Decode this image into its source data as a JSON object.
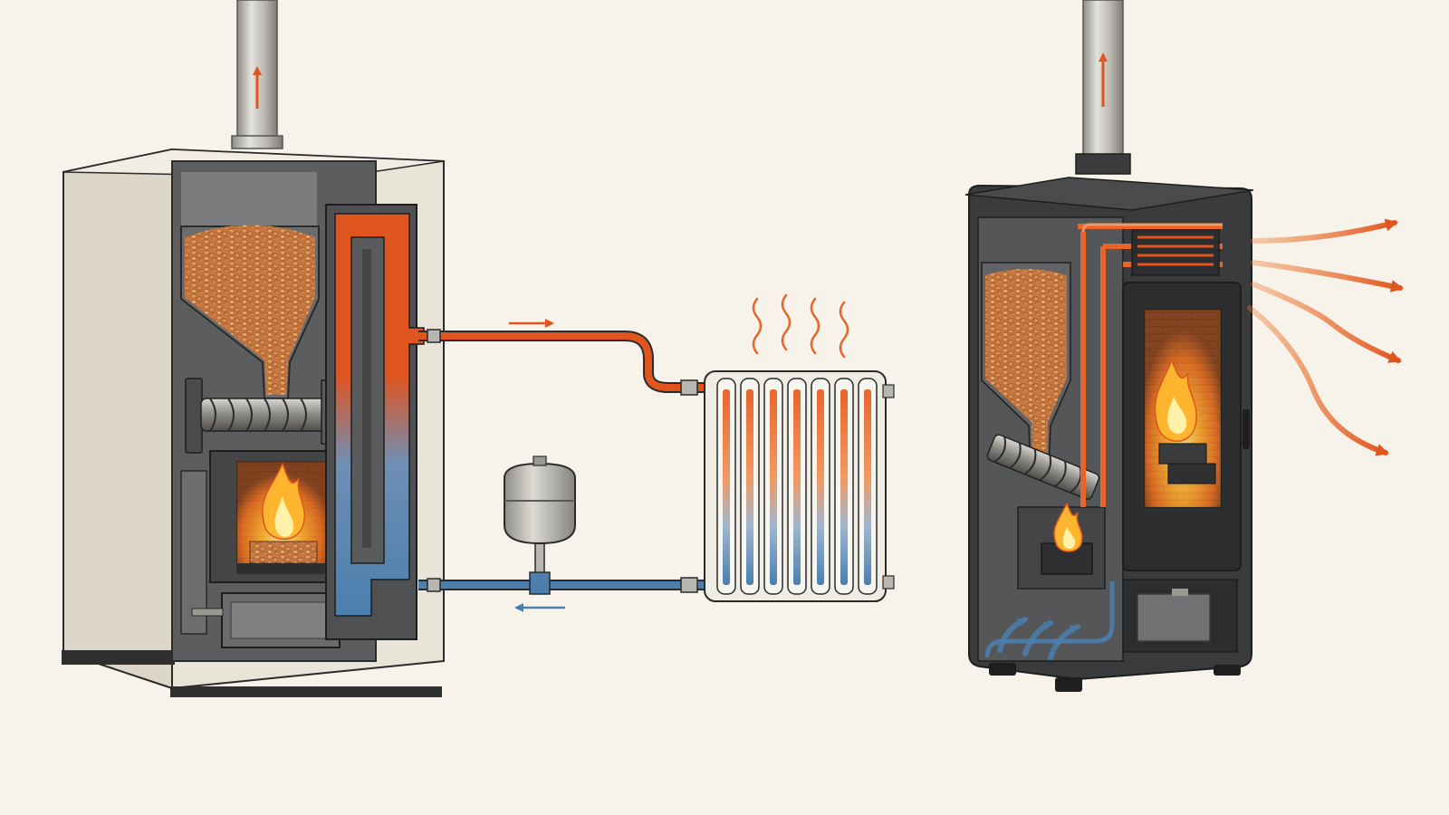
{
  "diagram": {
    "labels": [],
    "components": [
      "pellet-boiler",
      "hot-water-supply-pipe",
      "radiator",
      "expansion-vessel",
      "cold-water-return-pipe",
      "pellet-stove"
    ],
    "flows": [
      {
        "from": "pellet-boiler",
        "to": "radiator",
        "medium": "hot-water"
      },
      {
        "from": "radiator",
        "to": "pellet-boiler",
        "medium": "cold-water"
      },
      {
        "from": "pellet-stove",
        "to": "room",
        "medium": "warm-air"
      },
      {
        "from": "room",
        "to": "pellet-stove",
        "medium": "cold-air"
      }
    ]
  },
  "icons": {
    "flame": "flame-icon",
    "heat_wave": "heat-wave-icon",
    "arrow": "arrow-icon",
    "auger": "auger-screw-icon",
    "pellets": "pellets-icon"
  },
  "colors": {
    "background": "#f7f3ea",
    "hot": "#e0541e",
    "warm": "#f08a3c",
    "cold": "#4a7fae",
    "flame_core": "#ffd23a",
    "pellet": "#d98548",
    "boiler_casing": "#e9e4d8",
    "stove_casing": "#3a3b3d",
    "metal": "#b8b6b0",
    "outline": "#2a2a2a"
  }
}
